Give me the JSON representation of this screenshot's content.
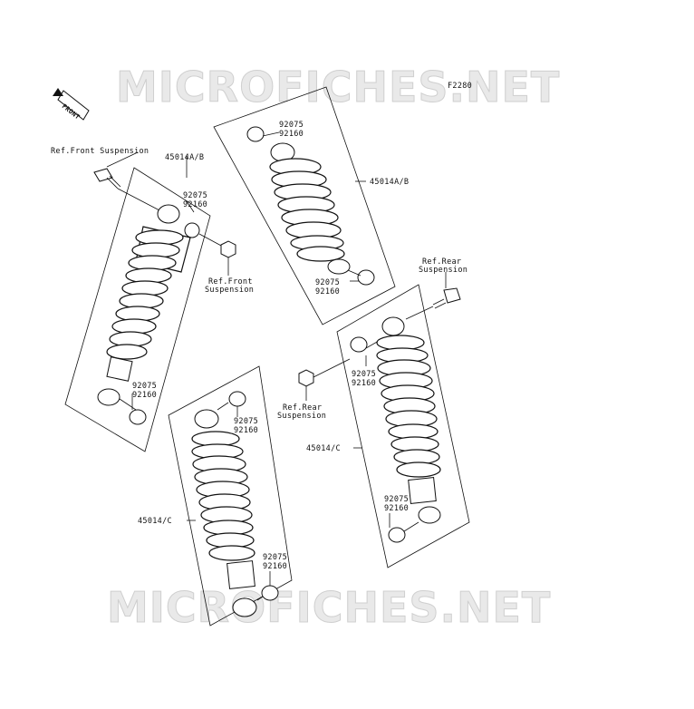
{
  "diagram": {
    "code": "F2280",
    "front_label": "FRONT",
    "watermark": "MICROFICHES.NET",
    "labels": {
      "ref_front_top": "Ref.Front Suspension",
      "ref_front_mid_1": "Ref.Front",
      "ref_front_mid_2": "Suspension",
      "ref_rear_top_1": "Ref.Rear",
      "ref_rear_top_2": "Suspension",
      "ref_rear_mid_1": "Ref.Rear",
      "ref_rear_mid_2": "Suspension",
      "part_45014ab_left": "45014A/B",
      "part_45014ab_right": "45014A/B",
      "part_45014c_right": "45014/C",
      "part_45014c_left": "45014/C",
      "bush_a": "92075",
      "bush_b": "92160"
    }
  }
}
